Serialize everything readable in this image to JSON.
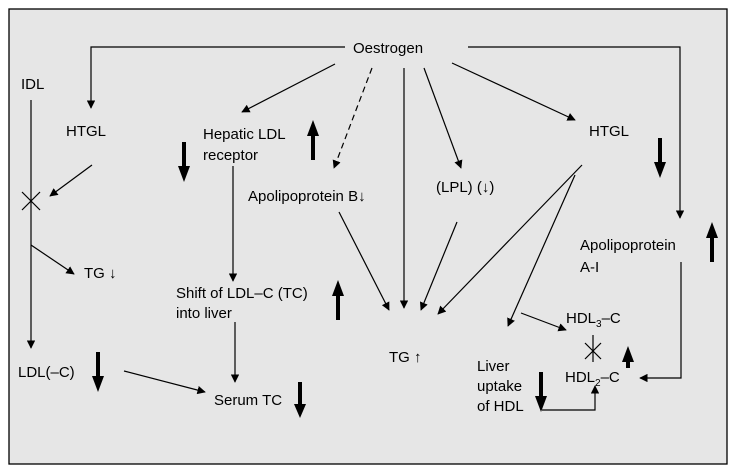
{
  "diagram": {
    "nodes": {
      "oestrogen": "Oestrogen",
      "idl": "IDL",
      "htgl_left": "HTGL",
      "hepatic_ldl_line1": "Hepatic LDL",
      "hepatic_ldl_line2": "receptor",
      "apob": "Apolipoprotein B↓",
      "lpl": "(LPL) (↓)",
      "htgl_right": "HTGL",
      "apoa_line1": "Apolipoprotein",
      "apoa_line2": "A-I",
      "tg_down": "TG ↓",
      "shift_line1": "Shift of LDL–C (TC)",
      "shift_line2": "into liver",
      "hdl3_a": "HDL",
      "hdl3_sub": "3",
      "hdl3_b": "–C",
      "tg_up": "TG ↑",
      "liver_line1": "Liver",
      "liver_line2": "uptake",
      "liver_line3": "of HDL",
      "hdl2_a": "HDL",
      "hdl2_sub": "2",
      "hdl2_b": "–C",
      "ldl": "LDL(–C)",
      "serum_tc": "Serum TC"
    }
  }
}
